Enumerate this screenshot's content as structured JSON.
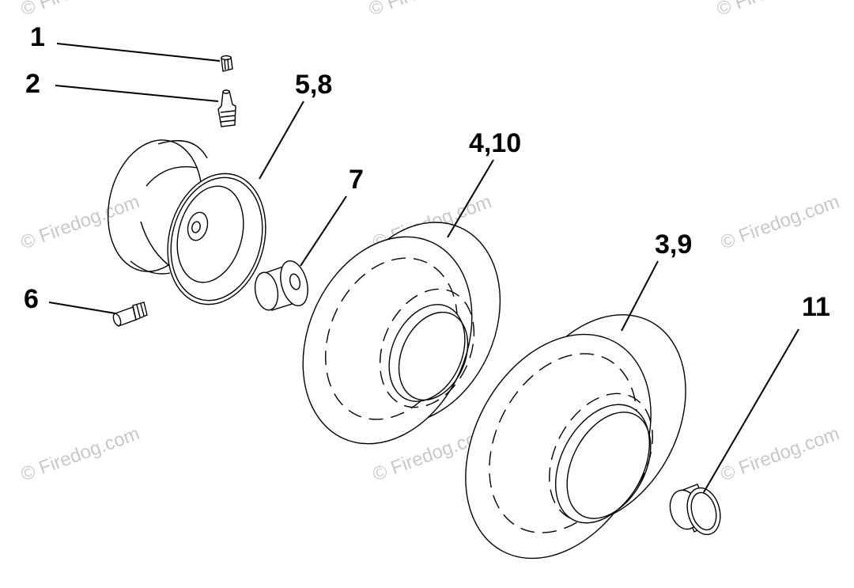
{
  "watermark": "© Firedog.com",
  "callouts": {
    "c1": "1",
    "c2": "2",
    "c58": "5,8",
    "c410": "4,10",
    "c7": "7",
    "c6": "6",
    "c39": "3,9",
    "c11": "11"
  },
  "colors": {
    "line": "#000000",
    "watermark": "#c8c8c8",
    "background": "#ffffff"
  }
}
